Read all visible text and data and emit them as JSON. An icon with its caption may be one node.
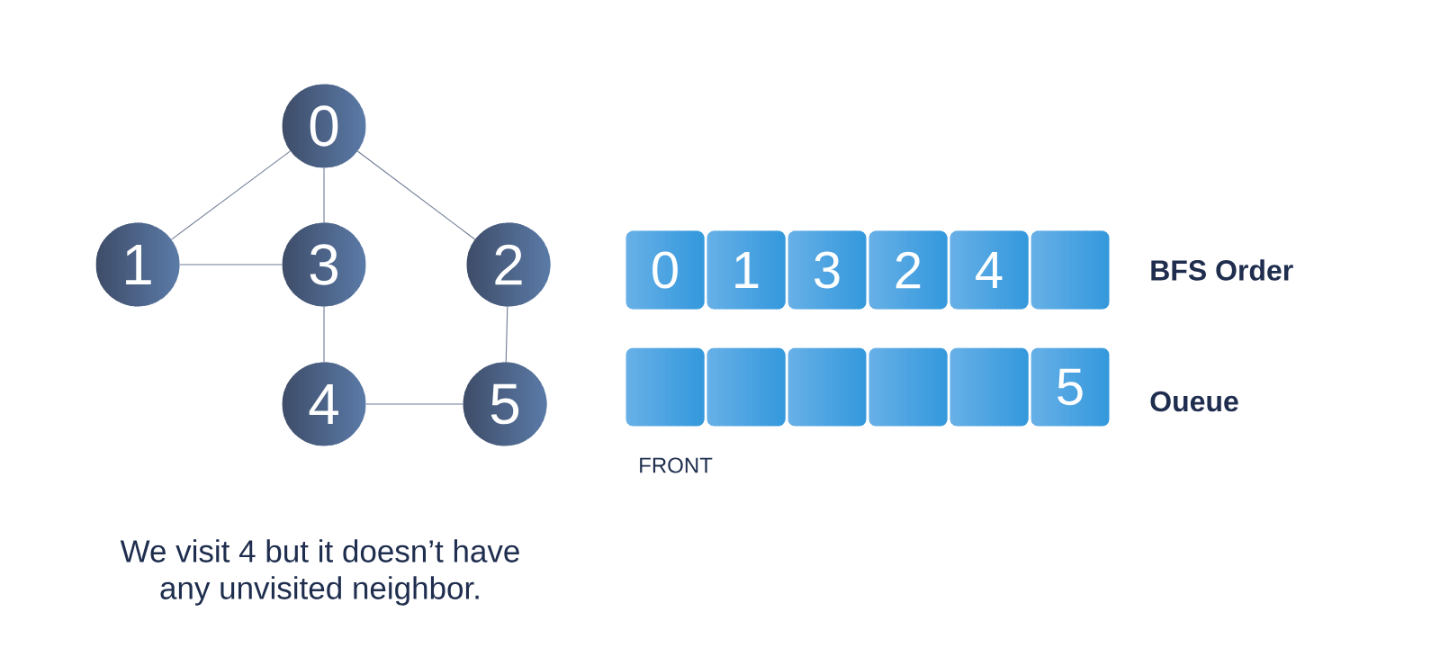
{
  "diagram": {
    "caption": "We visit 4 but it doesn’t have any unvisited neighbor.",
    "nodes": [
      {
        "text": [
          "0"
        ]
      },
      {
        "text": [
          "1"
        ]
      },
      {
        "text": [
          "3"
        ]
      },
      {
        "text": [
          "2"
        ]
      },
      {
        "text": [
          "4"
        ]
      },
      {
        "text": [
          "5"
        ]
      },
      {
        "text": [
          "0"
        ]
      },
      {
        "text": [
          "1"
        ]
      },
      {
        "text": [
          "3"
        ]
      },
      {
        "text": [
          "2"
        ]
      },
      {
        "text": [
          "4"
        ]
      },
      {
        "text": [],
        "shape": "box"
      },
      {
        "text": [],
        "shape": "box"
      },
      {
        "text": [],
        "shape": "box"
      },
      {
        "text": [],
        "shape": "box"
      },
      {
        "text": [],
        "shape": "box"
      },
      {
        "text": [],
        "shape": "box"
      },
      {
        "text": [
          "5"
        ]
      }
    ],
    "edges": [
      {
        "from": 0,
        "to": 1,
        "arrow": "none"
      },
      {
        "from": 0,
        "to": 2,
        "arrow": "none"
      },
      {
        "from": 0,
        "to": 3,
        "arrow": "none"
      },
      {
        "from": 1,
        "to": 2,
        "arrow": "none"
      },
      {
        "from": 2,
        "to": 4,
        "arrow": "none"
      },
      {
        "from": 3,
        "to": 5,
        "arrow": "none"
      },
      {
        "from": 4,
        "to": 5,
        "arrow": "none"
      }
    ],
    "labels": [
      "BFS Order",
      "Oueue",
      "FRONT"
    ]
  }
}
